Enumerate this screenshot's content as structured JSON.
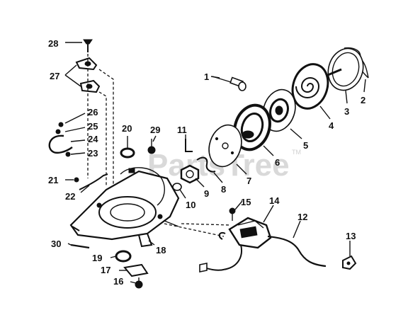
{
  "watermark": {
    "text": "PartsTree",
    "tm": "TM"
  },
  "callouts": [
    {
      "id": "1",
      "text": "1"
    },
    {
      "id": "2",
      "text": "2"
    },
    {
      "id": "3",
      "text": "3"
    },
    {
      "id": "4",
      "text": "4"
    },
    {
      "id": "5",
      "text": "5"
    },
    {
      "id": "6",
      "text": "6"
    },
    {
      "id": "7",
      "text": "7"
    },
    {
      "id": "8",
      "text": "8"
    },
    {
      "id": "9",
      "text": "9"
    },
    {
      "id": "10",
      "text": "10"
    },
    {
      "id": "11",
      "text": "11"
    },
    {
      "id": "12",
      "text": "12"
    },
    {
      "id": "13",
      "text": "13"
    },
    {
      "id": "14",
      "text": "14"
    },
    {
      "id": "15",
      "text": "15"
    },
    {
      "id": "16",
      "text": "16"
    },
    {
      "id": "17",
      "text": "17"
    },
    {
      "id": "18",
      "text": "18"
    },
    {
      "id": "19",
      "text": "19"
    },
    {
      "id": "20",
      "text": "20"
    },
    {
      "id": "21",
      "text": "21"
    },
    {
      "id": "22",
      "text": "22"
    },
    {
      "id": "23",
      "text": "23"
    },
    {
      "id": "24",
      "text": "24"
    },
    {
      "id": "25",
      "text": "25"
    },
    {
      "id": "26",
      "text": "26"
    },
    {
      "id": "27",
      "text": "27"
    },
    {
      "id": "28",
      "text": "28"
    },
    {
      "id": "29",
      "text": "29"
    },
    {
      "id": "30",
      "text": "30"
    }
  ]
}
